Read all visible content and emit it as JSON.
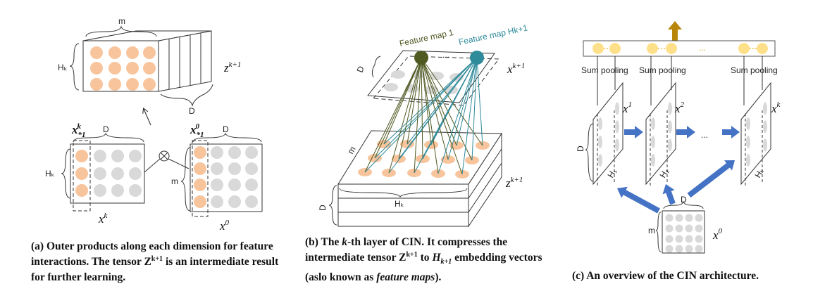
{
  "colors": {
    "orange": "#f8c49c",
    "gray": "#d9d9d9",
    "olive": "#4f5a22",
    "teal": "#2f8a9a",
    "blue": "#4472c4",
    "gold": "#ffe08a",
    "arrow_gold": "#b8860b"
  },
  "panel_a": {
    "m": "m",
    "hk_top": "Hₖ",
    "z": "z",
    "z_sup": "k+1",
    "d_top": "D",
    "xk1": "x",
    "xk1_sub": "*1",
    "xk1_sup": "k",
    "d_left": "D",
    "hk_left": "Hₖ",
    "xk": "x",
    "xk_sup": "k",
    "x01": "x",
    "x01_sub": "*1",
    "x01_sup": "0",
    "d_right": "D",
    "m_right": "m",
    "x0": "x",
    "x0_sup": "0",
    "caption": {
      "p1": "(a) Outer products along each dimension for feature interactions. The tensor Z",
      "sup": "k+1",
      "p2": " is an intermediate result for further learning."
    }
  },
  "panel_b": {
    "fm1": "Feature map 1",
    "fmh": "Feature map Hk+1",
    "dots": "...",
    "d_top": "D",
    "x": "x",
    "x_sup": "k+1",
    "m": "m",
    "hk": "Hₖ",
    "d_bottom": "D",
    "z": "z",
    "z_sup": "k+1",
    "caption": {
      "p1": "(b) The ",
      "k": "k",
      "p2": "-th layer of CIN. It compresses the intermediate tensor Z",
      "sup": "k+1",
      "p3": " to ",
      "h": "H",
      "hsub": "k+1",
      "p4": " embedding vectors (aslo known as ",
      "fm": "feature maps",
      "p5": ")."
    }
  },
  "panel_c": {
    "sum_pooling": [
      "Sum pooling",
      "Sum pooling",
      "Sum pooling"
    ],
    "bar_dots": "...",
    "mid_dots": "...",
    "x1": "x",
    "x1_sup": "1",
    "x2": "x",
    "x2_sup": "2",
    "xk": "x",
    "xk_sup": "k",
    "h1": "H₁",
    "h2": "H₂",
    "hk": "Hₖ",
    "d_left": "D",
    "d_x0": "D",
    "m_x0": "m",
    "x0": "x",
    "x0_sup": "0",
    "caption": "(c) An overview of the CIN architecture."
  }
}
